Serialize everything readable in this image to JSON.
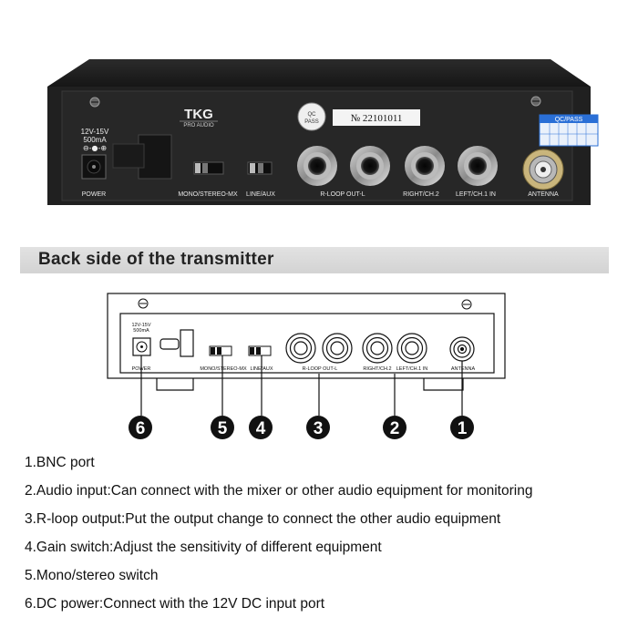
{
  "photo": {
    "brand": "TKG",
    "brand_sub": "PRO AUDIO",
    "power_rating": "12V-15V",
    "power_current": "500mA",
    "qc_stamp_line1": "QC",
    "qc_stamp_line2": "PASS",
    "serial_number": "№ 22101011",
    "qc_sticker_title": "QC/PASS",
    "labels": {
      "power": "POWER",
      "mono_stereo": "MONO/STEREO-MX",
      "line_aux": "LINE/AUX",
      "r_loop_out": "R-LOOP OUT-L",
      "right_ch2": "RIGHT/CH.2",
      "left_ch1": "LEFT/CH.1 IN",
      "antenna": "ANTENNA"
    }
  },
  "banner": {
    "title": "Back side of the transmitter"
  },
  "diagram": {
    "power_rating": "12V-15V",
    "power_current": "500mA",
    "labels": {
      "power": "POWER",
      "mono_stereo": "MONO/STEREO-MX",
      "line_aux": "LINE/AUX",
      "r_loop_out": "R-LOOP OUT-L",
      "right_ch2": "RIGHT/CH.2",
      "left_ch1": "LEFT/CH.1 IN",
      "antenna": "ANTENNA"
    },
    "callouts": [
      "6",
      "5",
      "4",
      "3",
      "2",
      "1"
    ]
  },
  "descriptions": [
    "1.BNC port",
    "2.Audio input:Can connect with the mixer or other audio equipment for monitoring",
    "3.R-loop output:Put the output change to connect the other audio equipment",
    "4.Gain switch:Adjust the sensitivity of different equipment",
    "5.Mono/stereo switch",
    "6.DC power:Connect with the 12V DC input port"
  ],
  "colors": {
    "chassis": "#1c1c1c",
    "panel": "#262626",
    "label_text": "#e8e8e8",
    "qc_sticker": "#2a6fd6",
    "banner": "#d9d9d9",
    "callout_fill": "#111111"
  }
}
